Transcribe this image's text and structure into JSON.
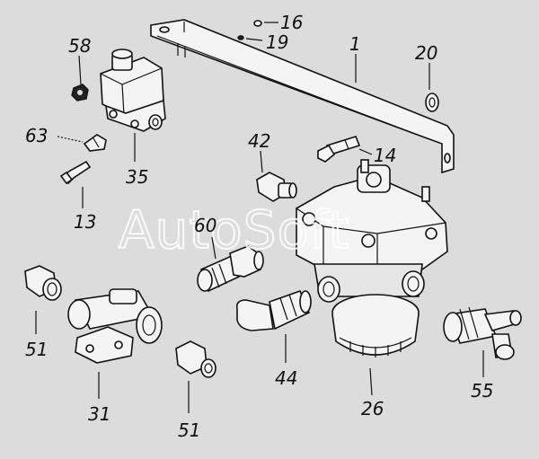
{
  "diagram": {
    "watermark": "AutoSoft",
    "callouts": [
      {
        "key": "16",
        "text": "16"
      },
      {
        "key": "19",
        "text": "19"
      },
      {
        "key": "1",
        "text": "1"
      },
      {
        "key": "20",
        "text": "20"
      },
      {
        "key": "58",
        "text": "58"
      },
      {
        "key": "63",
        "text": "63"
      },
      {
        "key": "35",
        "text": "35"
      },
      {
        "key": "42",
        "text": "42"
      },
      {
        "key": "14",
        "text": "14"
      },
      {
        "key": "13",
        "text": "13"
      },
      {
        "key": "60",
        "text": "60"
      },
      {
        "key": "51a",
        "text": "51"
      },
      {
        "key": "31",
        "text": "31"
      },
      {
        "key": "51b",
        "text": "51"
      },
      {
        "key": "44",
        "text": "44"
      },
      {
        "key": "26",
        "text": "26"
      },
      {
        "key": "55",
        "text": "55"
      }
    ]
  }
}
